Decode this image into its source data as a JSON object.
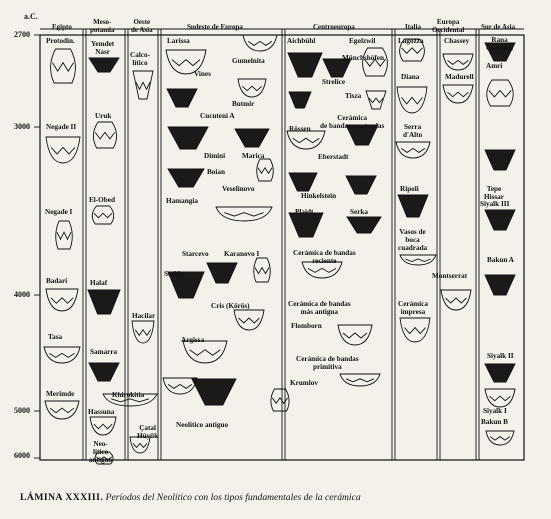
{
  "axis": {
    "unit": "a.C.",
    "years": [
      "2700",
      "3000",
      "4000",
      "5000",
      "6000"
    ]
  },
  "headers": [
    {
      "id": "egipto",
      "text": "Egipto"
    },
    {
      "id": "meso",
      "text": "Meso-\npotamia"
    },
    {
      "id": "oeste",
      "text": "Oeste\nde Asia"
    },
    {
      "id": "sudeste",
      "text": "Sudeste de Europa"
    },
    {
      "id": "centro",
      "text": "Centroeuropa"
    },
    {
      "id": "italia",
      "text": "Italia"
    },
    {
      "id": "europa",
      "text": "Europa\nOccidental"
    },
    {
      "id": "sur",
      "text": "Sur de Asia"
    }
  ],
  "labels": [
    "Protodin.",
    "Negade II",
    "Negade I",
    "Badari",
    "Tasa",
    "Merimde",
    "Yemdet\nNasr",
    "Uruk",
    "El-Obed",
    "Halaf",
    "Samarra",
    "Hassuna",
    "Neo-\nlítico\nantiguo",
    "Calco-\nlítico",
    "Hacilar",
    "Çatal\nHüyük",
    "Larissa",
    "Gumelnita",
    "Vines",
    "Butmir",
    "Cucuteni A",
    "Dimini",
    "Marica",
    "Boian",
    "Veselinovo",
    "Hamangia",
    "Starcevo",
    "Karanovo I",
    "Sesklo",
    "Cris (Körös)",
    "Argissa",
    "Khirokitia",
    "Neolítico antiguo",
    "Aichbühl",
    "Egolzwil",
    "Münchshöfen",
    "Strelice",
    "Tisza",
    "Cerámica\nde bandas punteadas",
    "Rössen",
    "Eberstadt",
    "Hinkelstein",
    "Plaidt",
    "Serka",
    "Cerámica de bandas\nreciente",
    "Cerámica de bandas\nmás antigua",
    "Flomborn",
    "Cerámica de bandas\nprimitiva",
    "Krumlov",
    "Lagozza",
    "Diana",
    "Serra\nd'Alto",
    "Ripoli",
    "Vasos de\nboca\ncuadrada",
    "Montserrat",
    "Cerámica\nimpresa",
    "Chassey",
    "Madurell",
    "Rana\nGhundai",
    "Amri",
    "Tepe\nHissar",
    "Siyalk III",
    "Bakun A",
    "Siyalk II",
    "Siyalk I",
    "Bakun B"
  ],
  "caption": {
    "plate": "LÁMINA XXXIII.",
    "text": "Períodos del Neolítico con los tipos fundamentales de la cerámica"
  },
  "colors": {
    "paper": "#f3f1ea",
    "ink": "#111111"
  }
}
